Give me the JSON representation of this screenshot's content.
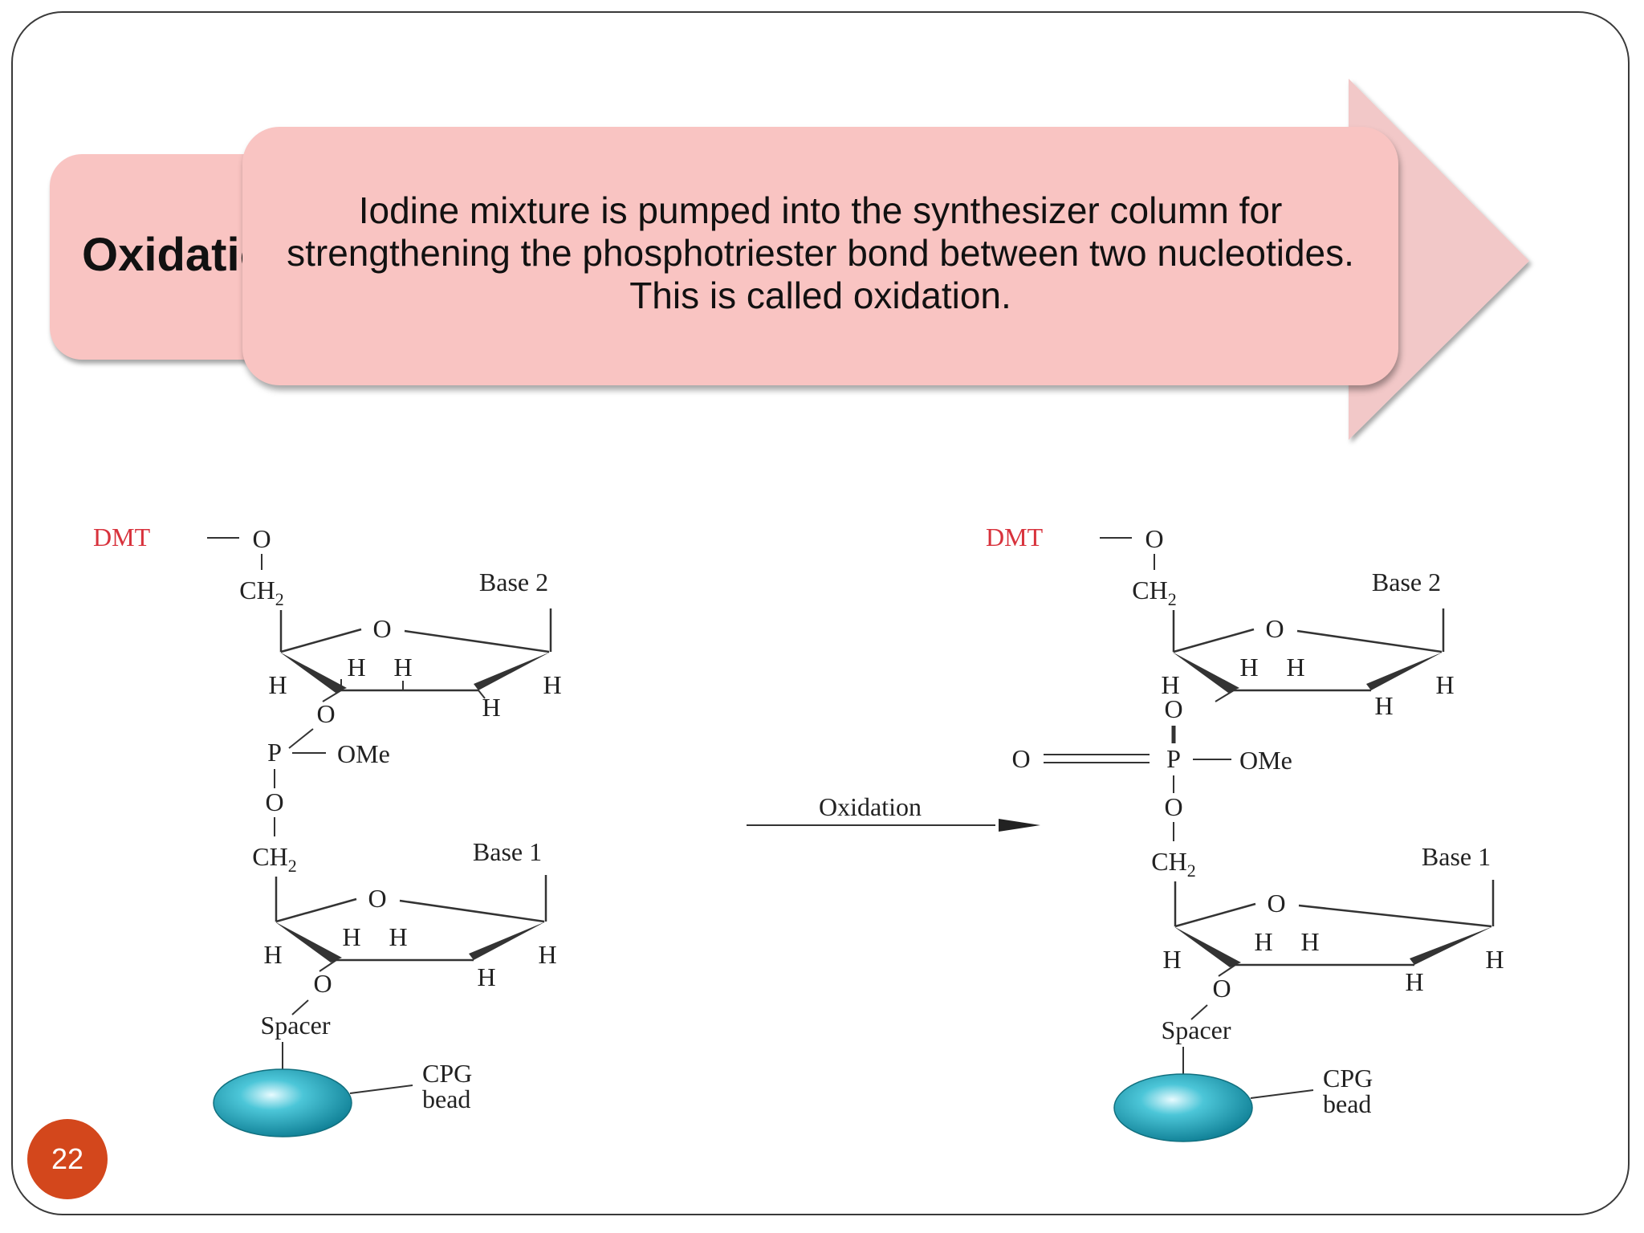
{
  "slide": {
    "title_tab": "Oxidation",
    "description": "Iodine mixture is pumped into the synthesizer column for strengthening  the phosphotriester bond between two nucleotides. This is called oxidation.",
    "page_number": "22"
  },
  "colors": {
    "box_fill": "#f9c4c2",
    "arrow_fill": "#f2c8c8",
    "dmt_red": "#d8323c",
    "bead_cyan": "#1aa4bb",
    "badge_orange": "#d3471c"
  },
  "reaction": {
    "arrow_label": "Oxidation",
    "reactant": {
      "dmt": "DMT",
      "o_top": "O",
      "ch2_top": "CH",
      "ch2_sub": "2",
      "ring_o": "O",
      "base_upper": "Base 2",
      "h": "H",
      "o_link": "O",
      "p": "P",
      "ome": "OMe",
      "o_mid": "O",
      "base_lower": "Base 1",
      "spacer": "Spacer",
      "cpg_line1": "CPG",
      "cpg_line2": "bead"
    },
    "product": {
      "dmt": "DMT",
      "o_top": "O",
      "ch2_top": "CH",
      "ch2_sub": "2",
      "ring_o": "O",
      "base_upper": "Base 2",
      "h": "H",
      "o_link": "O",
      "o_double": "O",
      "p": "P",
      "ome": "OMe",
      "o_mid": "O",
      "base_lower": "Base 1",
      "spacer": "Spacer",
      "cpg_line1": "CPG",
      "cpg_line2": "bead"
    }
  }
}
